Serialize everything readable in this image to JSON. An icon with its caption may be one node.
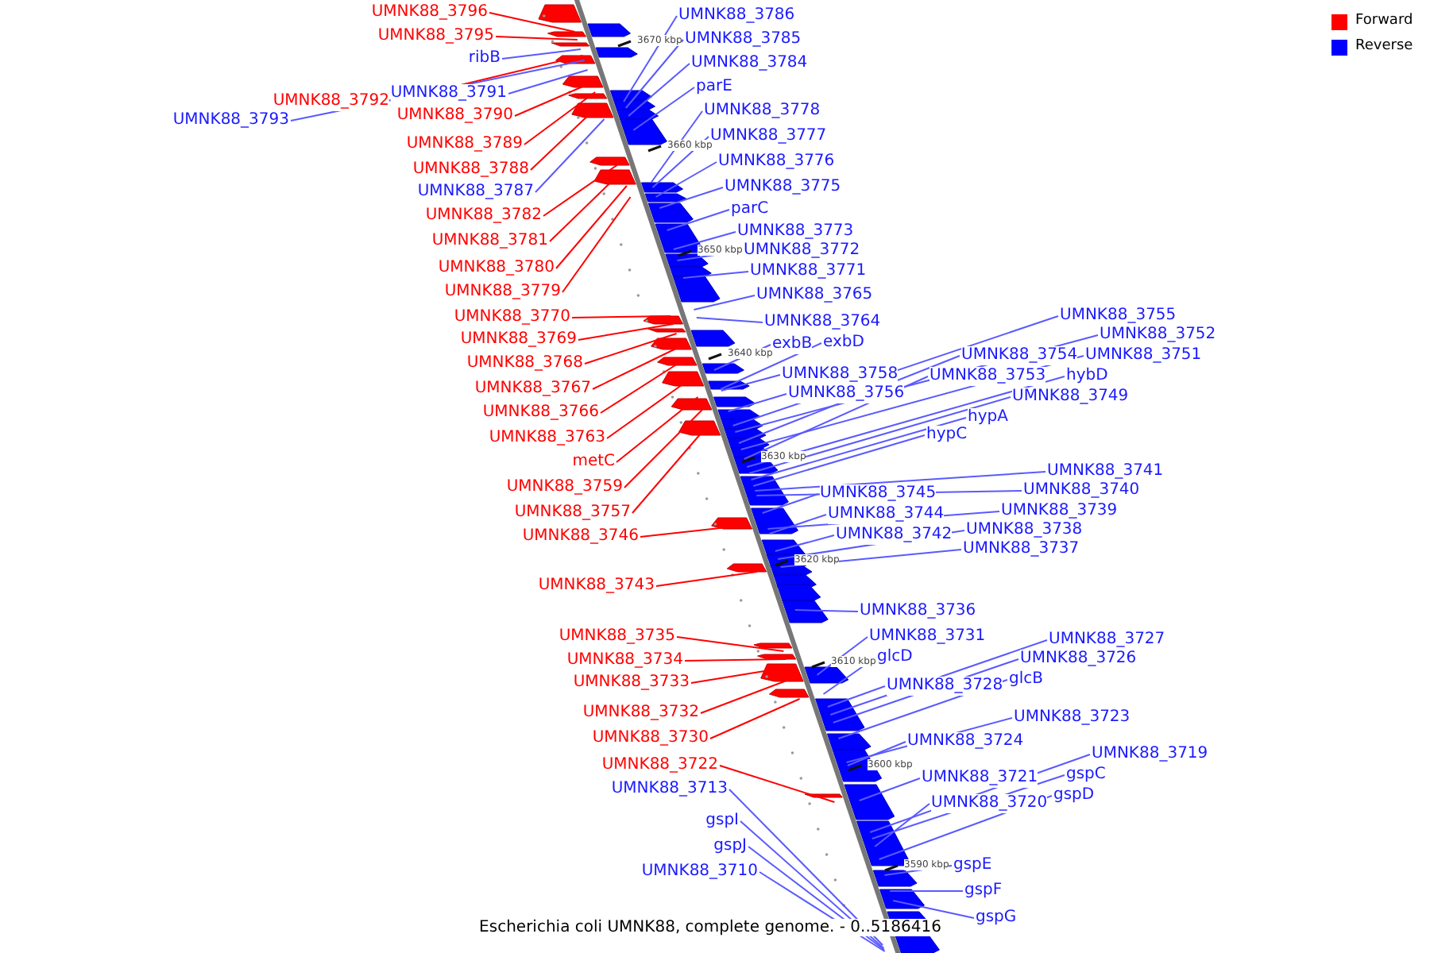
{
  "diagram": {
    "caption": "Escherichia coli UMNK88, complete genome. - 0..5186416",
    "nodes": [
      {
        "text": [
          "UMNK88_3796"
        ]
      },
      {
        "text": [
          "UMNK88_3795"
        ]
      },
      {
        "text": [
          "ribB"
        ]
      },
      {
        "text": [
          "UMNK88_3791"
        ]
      },
      {
        "text": [
          "UMNK88_3792"
        ]
      },
      {
        "text": [
          "UMNK88_3793"
        ]
      },
      {
        "text": [
          "UMNK88_3790"
        ]
      },
      {
        "text": [
          "UMNK88_3789"
        ]
      },
      {
        "text": [
          "UMNK88_3788"
        ]
      },
      {
        "text": [
          "UMNK88_3787"
        ]
      },
      {
        "text": [
          "UMNK88_3782"
        ]
      },
      {
        "text": [
          "UMNK88_3781"
        ]
      },
      {
        "text": [
          "UMNK88_3780"
        ]
      },
      {
        "text": [
          "UMNK88_3779"
        ]
      },
      {
        "text": [
          "UMNK88_3770"
        ]
      },
      {
        "text": [
          "UMNK88_3769"
        ]
      },
      {
        "text": [
          "UMNK88_3768"
        ]
      },
      {
        "text": [
          "UMNK88_3767"
        ]
      },
      {
        "text": [
          "UMNK88_3766"
        ]
      },
      {
        "text": [
          "UMNK88_3763"
        ]
      },
      {
        "text": [
          "metC"
        ]
      },
      {
        "text": [
          "UMNK88_3759"
        ]
      },
      {
        "text": [
          "UMNK88_3757"
        ]
      },
      {
        "text": [
          "UMNK88_3746"
        ]
      },
      {
        "text": [
          "UMNK88_3743"
        ]
      },
      {
        "text": [
          "UMNK88_3735"
        ]
      },
      {
        "text": [
          "UMNK88_3734"
        ]
      },
      {
        "text": [
          "UMNK88_3733"
        ]
      },
      {
        "text": [
          "UMNK88_3732"
        ]
      },
      {
        "text": [
          "UMNK88_3730"
        ]
      },
      {
        "text": [
          "UMNK88_3722"
        ]
      },
      {
        "text": [
          "UMNK88_3713"
        ]
      },
      {
        "text": [
          "gspI"
        ]
      },
      {
        "text": [
          "gspJ"
        ]
      },
      {
        "text": [
          "UMNK88_3710"
        ]
      },
      {
        "text": [
          "UMNK88_3786"
        ]
      },
      {
        "text": [
          "UMNK88_3785"
        ]
      },
      {
        "text": [
          "UMNK88_3784"
        ]
      },
      {
        "text": [
          "parE"
        ]
      },
      {
        "text": [
          "UMNK88_3778"
        ]
      },
      {
        "text": [
          "UMNK88_3777"
        ]
      },
      {
        "text": [
          "UMNK88_3776"
        ]
      },
      {
        "text": [
          "UMNK88_3775"
        ]
      },
      {
        "text": [
          "parC"
        ]
      },
      {
        "text": [
          "UMNK88_3773"
        ]
      },
      {
        "text": [
          "UMNK88_3772"
        ]
      },
      {
        "text": [
          "UMNK88_3771"
        ]
      },
      {
        "text": [
          "UMNK88_3765"
        ]
      },
      {
        "text": [
          "UMNK88_3764"
        ]
      },
      {
        "text": [
          "exbB"
        ]
      },
      {
        "text": [
          "exbD"
        ]
      },
      {
        "text": [
          "UMNK88_3755"
        ]
      },
      {
        "text": [
          "UMNK88_3752"
        ]
      },
      {
        "text": [
          "UMNK88_3754"
        ]
      },
      {
        "text": [
          "UMNK88_3751"
        ]
      },
      {
        "text": [
          "UMNK88_3758"
        ]
      },
      {
        "text": [
          "UMNK88_3753"
        ]
      },
      {
        "text": [
          "hybD"
        ]
      },
      {
        "text": [
          "UMNK88_3756"
        ]
      },
      {
        "text": [
          "UMNK88_3749"
        ]
      },
      {
        "text": [
          "hypA"
        ]
      },
      {
        "text": [
          "hypC"
        ]
      },
      {
        "text": [
          "UMNK88_3741"
        ]
      },
      {
        "text": [
          "UMNK88_3740"
        ]
      },
      {
        "text": [
          "UMNK88_3745"
        ]
      },
      {
        "text": [
          "UMNK88_3739"
        ]
      },
      {
        "text": [
          "UMNK88_3744"
        ]
      },
      {
        "text": [
          "UMNK88_3738"
        ]
      },
      {
        "text": [
          "UMNK88_3742"
        ]
      },
      {
        "text": [
          "UMNK88_3737"
        ]
      },
      {
        "text": [
          "UMNK88_3736"
        ]
      },
      {
        "text": [
          "UMNK88_3731"
        ]
      },
      {
        "text": [
          "UMNK88_3727"
        ]
      },
      {
        "text": [
          "glcD"
        ]
      },
      {
        "text": [
          "UMNK88_3726"
        ]
      },
      {
        "text": [
          "glcB"
        ]
      },
      {
        "text": [
          "UMNK88_3728"
        ]
      },
      {
        "text": [
          "UMNK88_3723"
        ]
      },
      {
        "text": [
          "UMNK88_3724"
        ]
      },
      {
        "text": [
          "UMNK88_3719"
        ]
      },
      {
        "text": [
          "gspC"
        ]
      },
      {
        "text": [
          "UMNK88_3721"
        ]
      },
      {
        "text": [
          "gspD"
        ]
      },
      {
        "text": [
          "UMNK88_3720"
        ]
      },
      {
        "text": [
          "gspE"
        ]
      },
      {
        "text": [
          "gspF"
        ]
      },
      {
        "text": [
          "gspG"
        ]
      }
    ],
    "edges": [
      {
        "from": 0,
        "to": null,
        "arrow": "none",
        "color": "#ff0000"
      },
      {
        "from": 1,
        "to": null,
        "arrow": "none",
        "color": "#ff0000"
      },
      {
        "from": 2,
        "to": null,
        "arrow": "none"
      },
      {
        "from": 3,
        "to": null,
        "arrow": "none"
      },
      {
        "from": 4,
        "to": null,
        "arrow": "none",
        "color": "#ff0000"
      },
      {
        "from": 5,
        "to": null,
        "arrow": "none"
      },
      {
        "from": 6,
        "to": null,
        "arrow": "none",
        "color": "#ff0000"
      },
      {
        "from": 7,
        "to": null,
        "arrow": "none",
        "color": "#ff0000"
      },
      {
        "from": 8,
        "to": null,
        "arrow": "none",
        "color": "#ff0000"
      },
      {
        "from": 9,
        "to": null,
        "arrow": "none"
      },
      {
        "from": 10,
        "to": null,
        "arrow": "none",
        "color": "#ff0000"
      },
      {
        "from": 11,
        "to": null,
        "arrow": "none",
        "color": "#ff0000"
      },
      {
        "from": 12,
        "to": null,
        "arrow": "none",
        "color": "#ff0000"
      },
      {
        "from": 13,
        "to": null,
        "arrow": "none",
        "color": "#ff0000"
      },
      {
        "from": 14,
        "to": null,
        "arrow": "none",
        "color": "#ff0000"
      },
      {
        "from": 15,
        "to": null,
        "arrow": "none",
        "color": "#ff0000"
      },
      {
        "from": 16,
        "to": null,
        "arrow": "none",
        "color": "#ff0000"
      },
      {
        "from": 17,
        "to": null,
        "arrow": "none",
        "color": "#ff0000"
      },
      {
        "from": 18,
        "to": null,
        "arrow": "none",
        "color": "#ff0000"
      },
      {
        "from": 19,
        "to": null,
        "arrow": "none",
        "color": "#ff0000"
      },
      {
        "from": 20,
        "to": null,
        "arrow": "none",
        "color": "#ff0000"
      },
      {
        "from": 21,
        "to": null,
        "arrow": "none",
        "color": "#ff0000"
      },
      {
        "from": 22,
        "to": null,
        "arrow": "none",
        "color": "#ff0000"
      },
      {
        "from": 23,
        "to": null,
        "arrow": "none",
        "color": "#ff0000"
      },
      {
        "from": 24,
        "to": null,
        "arrow": "none",
        "color": "#ff0000"
      },
      {
        "from": 25,
        "to": null,
        "arrow": "none",
        "color": "#ff0000"
      },
      {
        "from": 26,
        "to": null,
        "arrow": "none",
        "color": "#ff0000"
      },
      {
        "from": 27,
        "to": null,
        "arrow": "none",
        "color": "#ff0000"
      },
      {
        "from": 28,
        "to": null,
        "arrow": "none",
        "color": "#ff0000"
      },
      {
        "from": 29,
        "to": null,
        "arrow": "none",
        "color": "#ff0000"
      },
      {
        "from": 30,
        "to": null,
        "arrow": "none",
        "color": "#ff0000"
      },
      {
        "from": 31,
        "to": null,
        "arrow": "none"
      },
      {
        "from": 32,
        "to": null,
        "arrow": "none"
      },
      {
        "from": 33,
        "to": null,
        "arrow": "none"
      },
      {
        "from": 34,
        "to": null,
        "arrow": "none"
      },
      {
        "from": 35,
        "to": null,
        "arrow": "none"
      },
      {
        "from": 36,
        "to": null,
        "arrow": "none"
      },
      {
        "from": 37,
        "to": null,
        "arrow": "none"
      },
      {
        "from": 38,
        "to": null,
        "arrow": "none"
      },
      {
        "from": 39,
        "to": null,
        "arrow": "none"
      },
      {
        "from": 40,
        "to": null,
        "arrow": "none"
      },
      {
        "from": 41,
        "to": null,
        "arrow": "none"
      },
      {
        "from": 42,
        "to": null,
        "arrow": "none"
      },
      {
        "from": 43,
        "to": null,
        "arrow": "none"
      },
      {
        "from": 44,
        "to": null,
        "arrow": "none"
      },
      {
        "from": 45,
        "to": null,
        "arrow": "none"
      },
      {
        "from": 46,
        "to": null,
        "arrow": "none"
      },
      {
        "from": 47,
        "to": null,
        "arrow": "none"
      },
      {
        "from": 48,
        "to": null,
        "arrow": "none"
      },
      {
        "from": 49,
        "to": null,
        "arrow": "none"
      },
      {
        "from": 50,
        "to": null,
        "arrow": "none"
      },
      {
        "from": 51,
        "to": null,
        "arrow": "none"
      },
      {
        "from": 52,
        "to": null,
        "arrow": "none"
      },
      {
        "from": 53,
        "to": null,
        "arrow": "none"
      },
      {
        "from": 54,
        "to": null,
        "arrow": "none"
      },
      {
        "from": 55,
        "to": null,
        "arrow": "none"
      },
      {
        "from": 56,
        "to": null,
        "arrow": "none"
      },
      {
        "from": 57,
        "to": null,
        "arrow": "none"
      },
      {
        "from": 58,
        "to": null,
        "arrow": "none"
      },
      {
        "from": 59,
        "to": null,
        "arrow": "none"
      },
      {
        "from": 60,
        "to": null,
        "arrow": "none"
      },
      {
        "from": 61,
        "to": null,
        "arrow": "none"
      },
      {
        "from": 62,
        "to": null,
        "arrow": "none"
      },
      {
        "from": 63,
        "to": null,
        "arrow": "none"
      },
      {
        "from": 64,
        "to": null,
        "arrow": "none"
      },
      {
        "from": 65,
        "to": null,
        "arrow": "none"
      },
      {
        "from": 66,
        "to": null,
        "arrow": "none"
      },
      {
        "from": 67,
        "to": null,
        "arrow": "none"
      },
      {
        "from": 68,
        "to": null,
        "arrow": "none"
      },
      {
        "from": 69,
        "to": null,
        "arrow": "none"
      },
      {
        "from": 70,
        "to": null,
        "arrow": "none"
      },
      {
        "from": 71,
        "to": null,
        "arrow": "none"
      },
      {
        "from": 72,
        "to": null,
        "arrow": "none"
      },
      {
        "from": 73,
        "to": null,
        "arrow": "none"
      },
      {
        "from": 74,
        "to": null,
        "arrow": "none"
      },
      {
        "from": 75,
        "to": null,
        "arrow": "none"
      },
      {
        "from": 76,
        "to": null,
        "arrow": "none"
      },
      {
        "from": 77,
        "to": null,
        "arrow": "none"
      },
      {
        "from": 78,
        "to": null,
        "arrow": "none"
      },
      {
        "from": 79,
        "to": null,
        "arrow": "none"
      },
      {
        "from": 80,
        "to": null,
        "arrow": "none"
      },
      {
        "from": 81,
        "to": null,
        "arrow": "none"
      },
      {
        "from": 82,
        "to": null,
        "arrow": "none"
      },
      {
        "from": 83,
        "to": null,
        "arrow": "none"
      },
      {
        "from": 84,
        "to": null,
        "arrow": "none"
      },
      {
        "from": 85,
        "to": null,
        "arrow": "none"
      },
      {
        "from": 86,
        "to": null,
        "arrow": "none"
      }
    ],
    "labels": [
      "3670 kbp",
      "3660 kbp",
      "3650 kbp",
      "3640 kbp",
      "3630 kbp",
      "3620 kbp",
      "3610 kbp",
      "3600 kbp",
      "3590 kbp"
    ],
    "legend": [
      {
        "text": "Forward",
        "color": "#ff0000"
      },
      {
        "text": "Reverse",
        "color": "#0000ff"
      }
    ]
  }
}
